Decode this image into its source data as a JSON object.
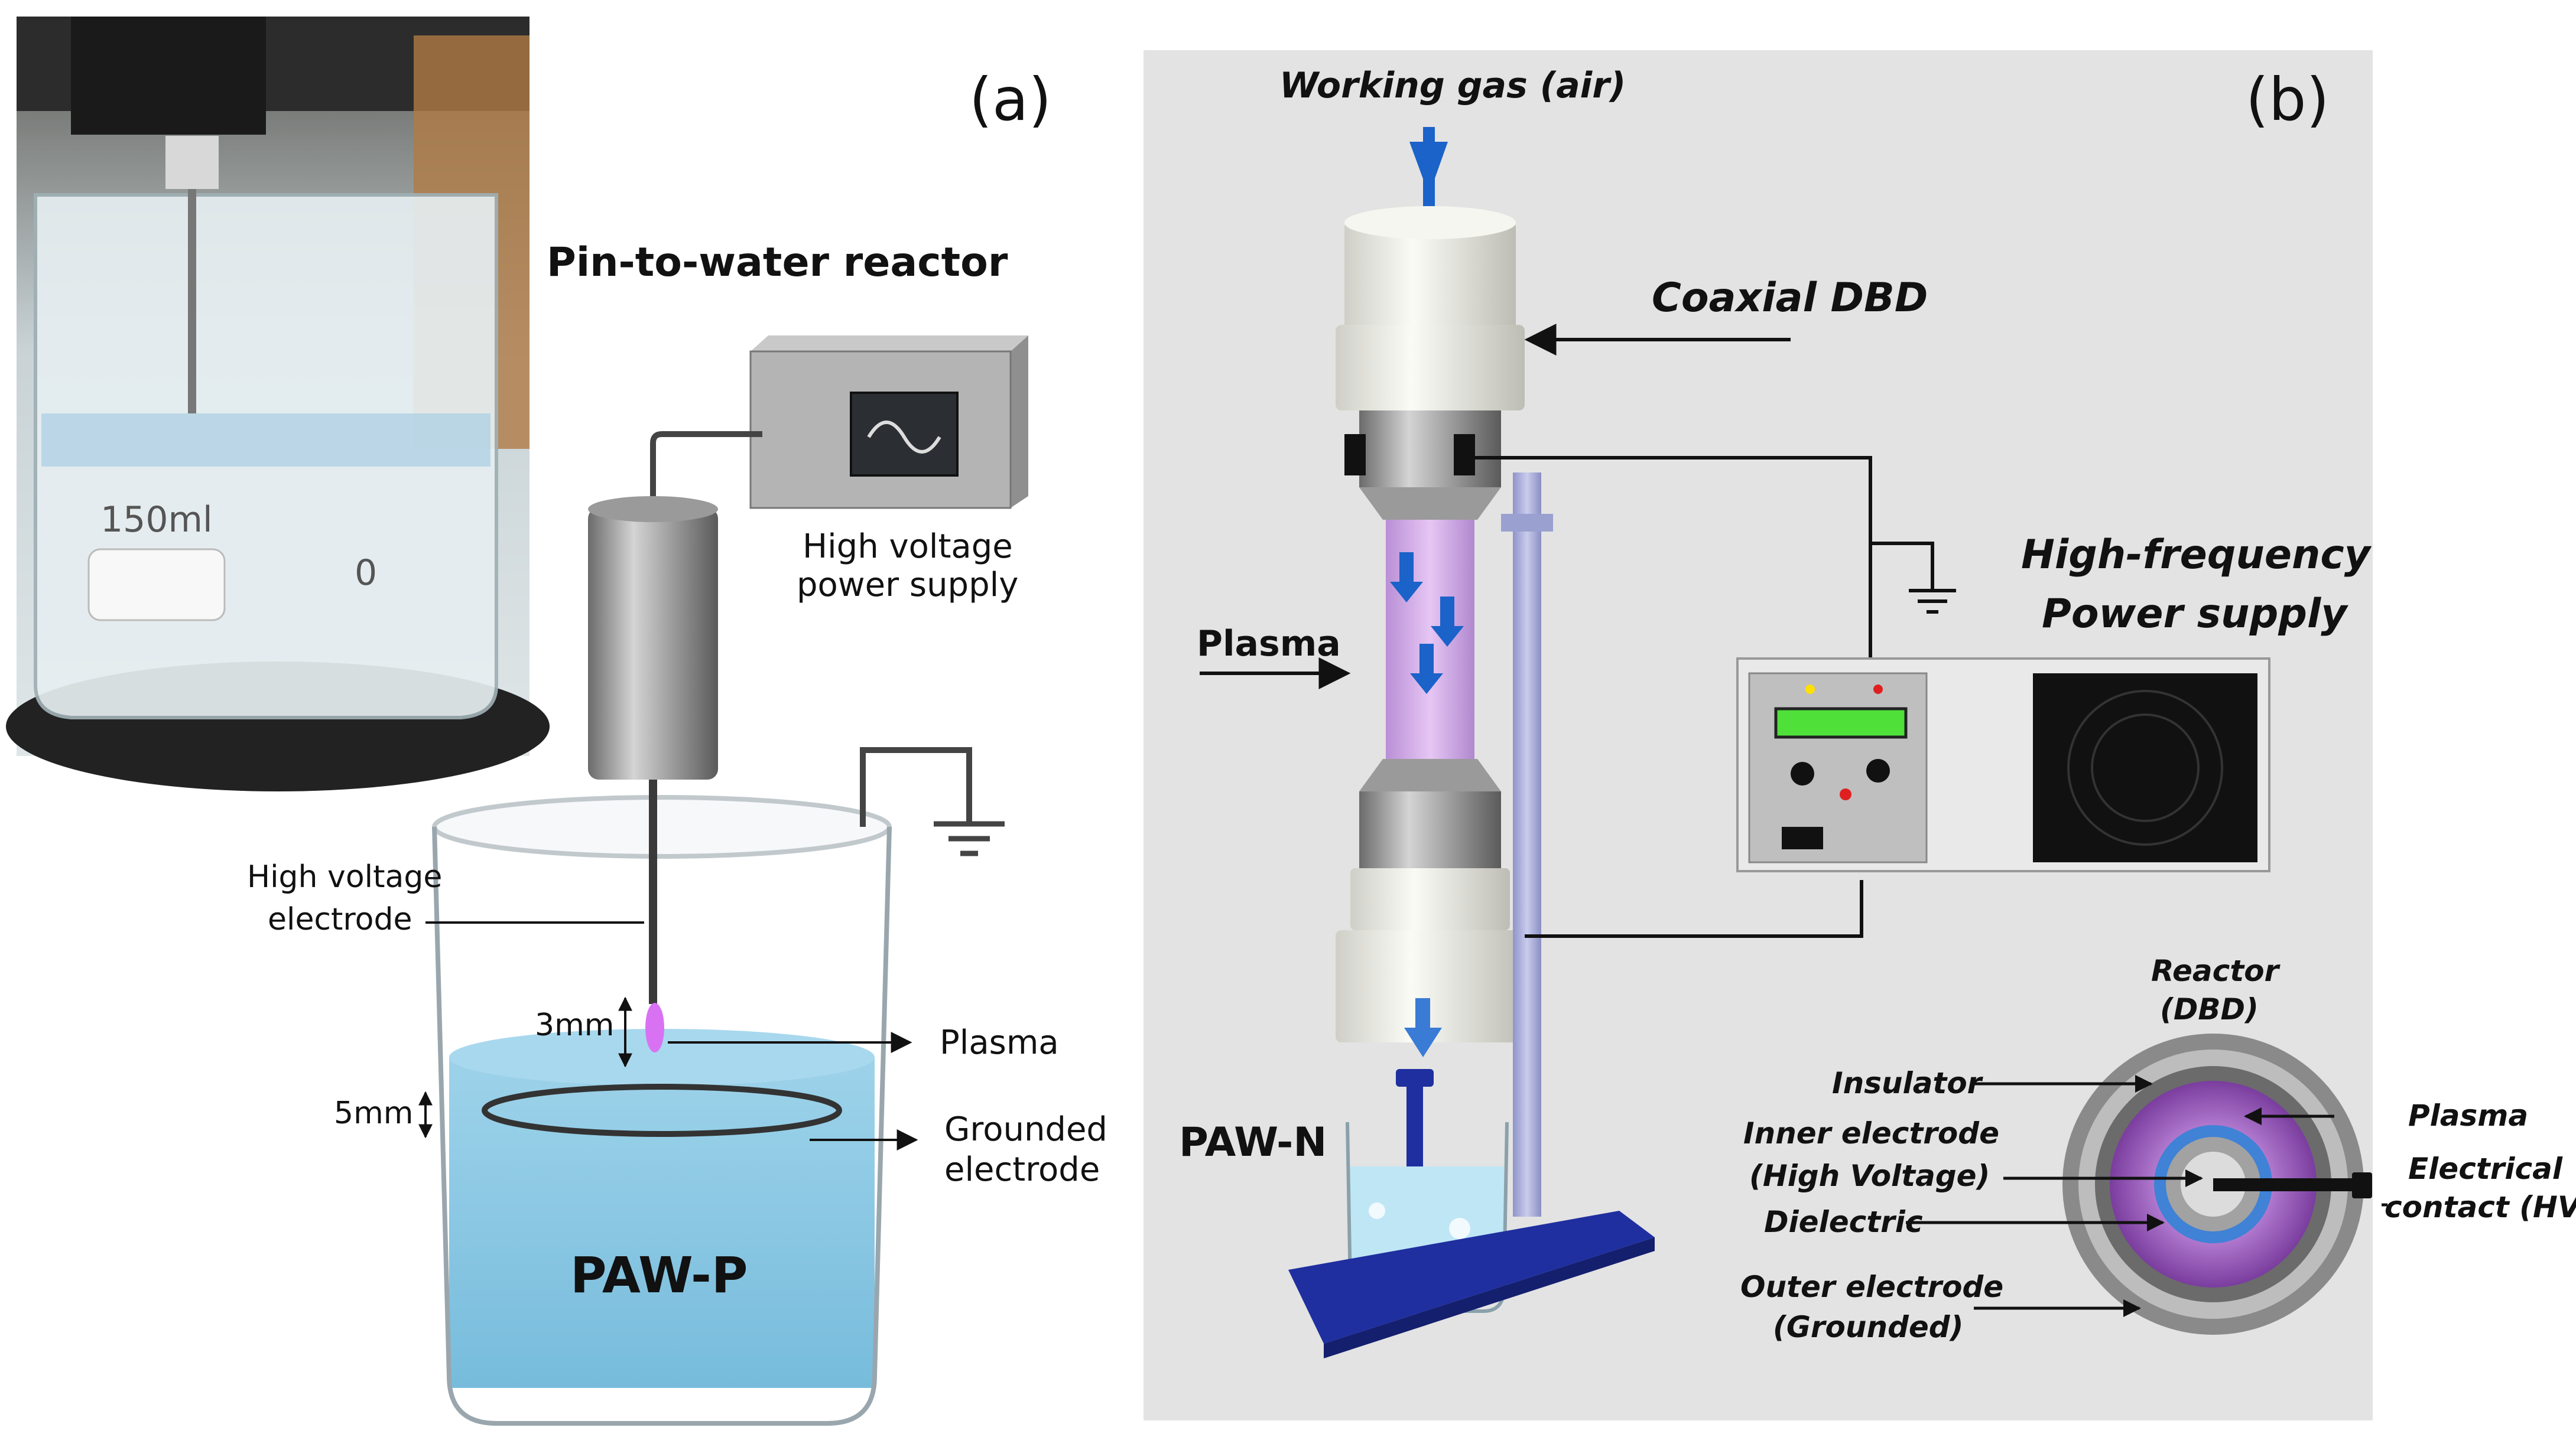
{
  "panel_a": {
    "letter": "(a)",
    "title": "Pin-to-water reactor",
    "power_supply_label_line1": "High voltage",
    "power_supply_label_line2": "power supply",
    "hv_electrode_line1": "High voltage",
    "hv_electrode_line2": "electrode",
    "gap_3mm": "3mm",
    "gap_5mm": "5mm",
    "plasma": "Plasma",
    "grounded_line1": "Grounded",
    "grounded_line2": "electrode",
    "product": "PAW-P",
    "photo_beaker_mark": "150ml",
    "photo_zero_mark": "0"
  },
  "panel_b": {
    "letter": "(b)",
    "working_gas": "Working gas (air)",
    "coaxial_dbd": "Coaxial DBD",
    "plasma": "Plasma",
    "hf_line1": "High-frequency",
    "hf_line2": "Power supply",
    "product": "PAW-N",
    "reactor_line1": "Reactor",
    "reactor_line2": "(DBD)",
    "insulator": "Insulator",
    "inner_line1": "Inner electrode",
    "inner_line2": "(High Voltage)",
    "dielectric": "Dielectric",
    "outer_line1": "Outer electrode",
    "outer_line2": "(Grounded)",
    "plasma_cross": "Plasma",
    "contact_line1": "Electrical",
    "contact_line2": "contact (HV)"
  },
  "colors": {
    "water": "#8ccbe6",
    "plasma_pink": "#d9a6f0",
    "arrow_blue": "#1b62c9",
    "display_green": "#4fe03a",
    "stand_blue": "#1f2fa0"
  }
}
